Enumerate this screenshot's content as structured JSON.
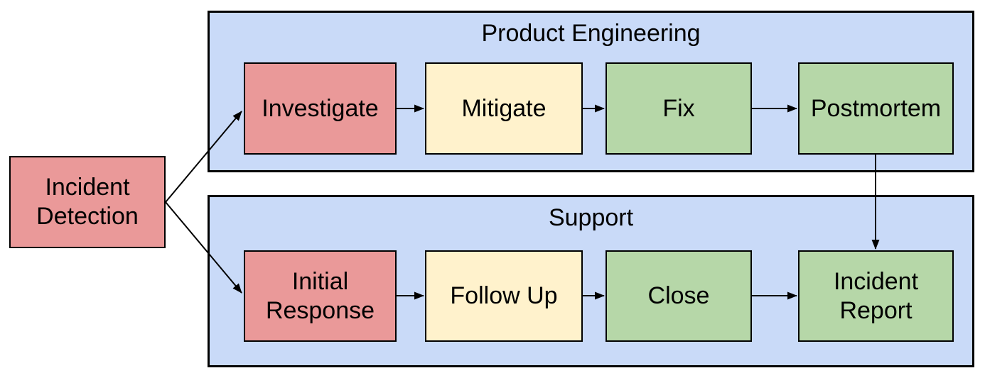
{
  "diagram": {
    "background": "#ffffff",
    "colors": {
      "red": "#ea9999",
      "yellow": "#fff2cc",
      "green": "#b6d7a8",
      "blue": "#c9daf8",
      "stroke": "#000000"
    },
    "start": {
      "label": "Incident Detection",
      "color": "red"
    },
    "groups": [
      {
        "title": "Product Engineering",
        "color": "blue",
        "nodes": [
          {
            "label": "Investigate",
            "color": "red"
          },
          {
            "label": "Mitigate",
            "color": "yellow"
          },
          {
            "label": "Fix",
            "color": "green"
          },
          {
            "label": "Postmortem",
            "color": "green"
          }
        ]
      },
      {
        "title": "Support",
        "color": "blue",
        "nodes": [
          {
            "label": "Initial Response",
            "color": "red"
          },
          {
            "label": "Follow Up",
            "color": "yellow"
          },
          {
            "label": "Close",
            "color": "green"
          },
          {
            "label": "Incident Report",
            "color": "green"
          }
        ]
      }
    ],
    "edges": [
      {
        "from": "Incident Detection",
        "to": "Investigate"
      },
      {
        "from": "Incident Detection",
        "to": "Initial Response"
      },
      {
        "from": "Investigate",
        "to": "Mitigate"
      },
      {
        "from": "Mitigate",
        "to": "Fix"
      },
      {
        "from": "Fix",
        "to": "Postmortem"
      },
      {
        "from": "Postmortem",
        "to": "Incident Report"
      },
      {
        "from": "Initial Response",
        "to": "Follow Up"
      },
      {
        "from": "Follow Up",
        "to": "Close"
      },
      {
        "from": "Close",
        "to": "Incident Report"
      }
    ]
  }
}
